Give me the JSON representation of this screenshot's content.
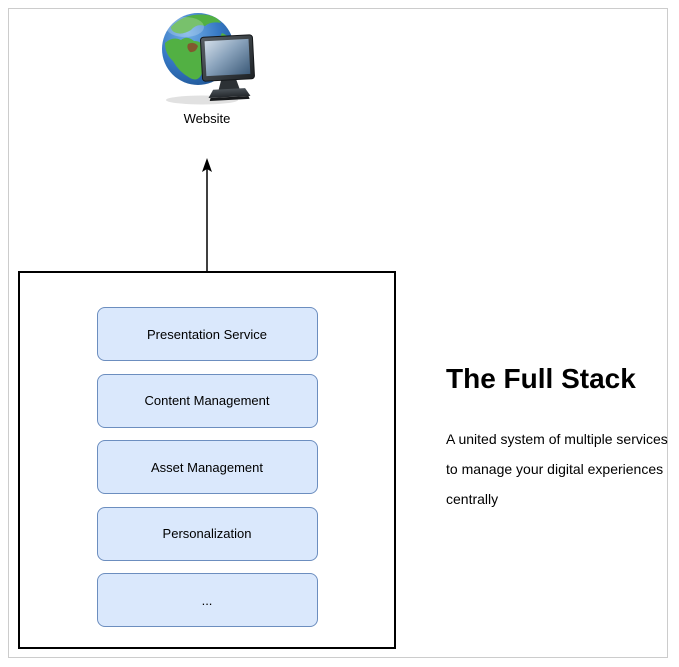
{
  "diagram": {
    "website_node": {
      "label": "Website",
      "icon": "globe-monitor-icon"
    },
    "stack_box": {
      "services": [
        "Presentation Service",
        "Content Management",
        "Asset Management",
        "Personalization",
        "..."
      ]
    },
    "description": {
      "title": "The Full Stack",
      "lines": [
        "A united system of multiple services",
        "to manage your digital experiences",
        "centrally"
      ]
    },
    "colors": {
      "service_box_fill": "#dae8fc",
      "service_box_border": "#6c8ebf",
      "container_border": "#000000",
      "outer_frame_border": "#cccccc",
      "arrow": "#000000",
      "globe_ocean_blue": "#3678c4",
      "globe_land_green": "#52b043"
    }
  }
}
